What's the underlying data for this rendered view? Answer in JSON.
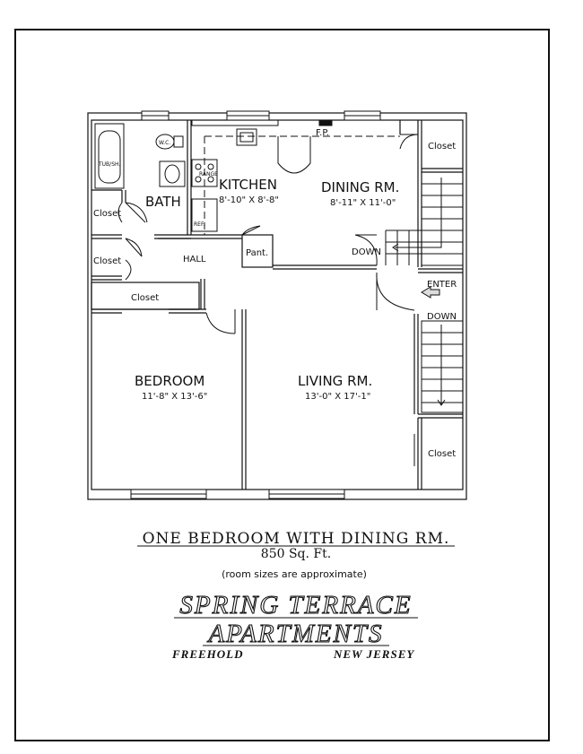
{
  "rooms": {
    "kitchen": {
      "name": "KITCHEN",
      "size": "8'-10\" X 8'-8\""
    },
    "dining": {
      "name": "DINING RM.",
      "size": "8'-11\" X 11'-0\""
    },
    "bath": {
      "name": "BATH"
    },
    "bedroom": {
      "name": "BEDROOM",
      "size": "11'-8\" X 13'-6\""
    },
    "living": {
      "name": "LIVING RM.",
      "size": "13'-0\" X 17'-1\""
    },
    "hall": {
      "name": "HALL"
    },
    "pantry": {
      "name": "Pant."
    }
  },
  "closets": {
    "bath_upper": "Closet",
    "bath_lower": "Closet",
    "bedroom": "Closet",
    "dining": "Closet",
    "living": "Closet"
  },
  "fixtures": {
    "tub": "TUB/SH.",
    "wc": "W.C.",
    "fireplace": "F.P.",
    "refrigerator": "REF.",
    "range": "RANGE"
  },
  "stairs": {
    "dining_down": "DOWN",
    "living_down": "DOWN",
    "enter": "ENTER"
  },
  "caption": {
    "title": "ONE BEDROOM WITH DINING RM.",
    "area": "850 Sq. Ft.",
    "note": "(room sizes are approximate)"
  },
  "brand": {
    "line1": "SPRING TERRACE",
    "line2": "APARTMENTS",
    "city": "FREEHOLD",
    "state": "NEW JERSEY"
  }
}
